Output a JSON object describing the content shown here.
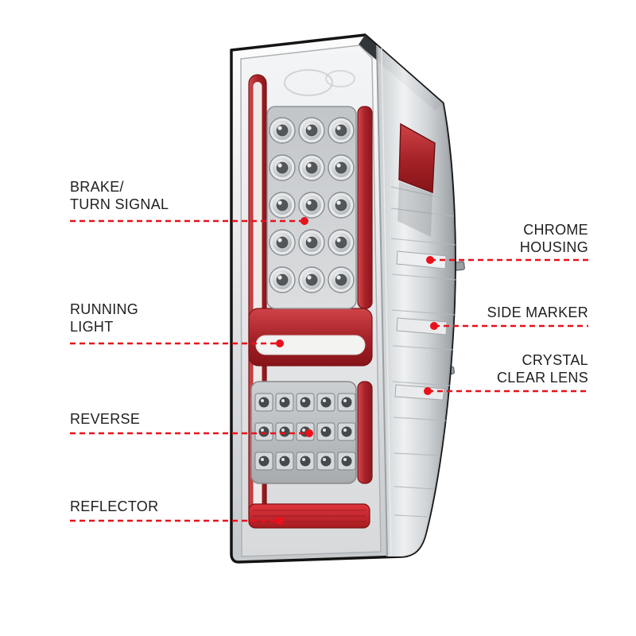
{
  "labels": {
    "brake_line1": "BRAKE/",
    "brake_line2": "TURN SIGNAL",
    "running_line1": "RUNNING",
    "running_line2": "LIGHT",
    "reverse": "REVERSE",
    "reflector": "REFLECTOR",
    "chrome_line1": "CHROME",
    "chrome_line2": "HOUSING",
    "side_marker": "SIDE MARKER",
    "crystal_line1": "CRYSTAL",
    "crystal_line2": "CLEAR LENS"
  },
  "colors": {
    "leader_red": "#e8111c",
    "label_text": "#1f1f1f",
    "background": "#ffffff",
    "tail_light_red": "#a82227"
  }
}
